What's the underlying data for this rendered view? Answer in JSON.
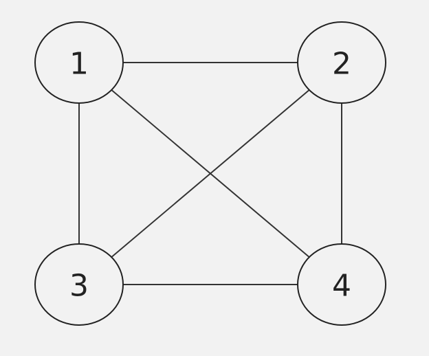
{
  "graph": {
    "nodes": [
      {
        "id": "1",
        "label": "1"
      },
      {
        "id": "2",
        "label": "2"
      },
      {
        "id": "3",
        "label": "3"
      },
      {
        "id": "4",
        "label": "4"
      }
    ],
    "edges": [
      {
        "from": "1",
        "to": "2"
      },
      {
        "from": "1",
        "to": "3"
      },
      {
        "from": "1",
        "to": "4"
      },
      {
        "from": "2",
        "to": "3"
      },
      {
        "from": "2",
        "to": "4"
      },
      {
        "from": "3",
        "to": "4"
      }
    ]
  }
}
